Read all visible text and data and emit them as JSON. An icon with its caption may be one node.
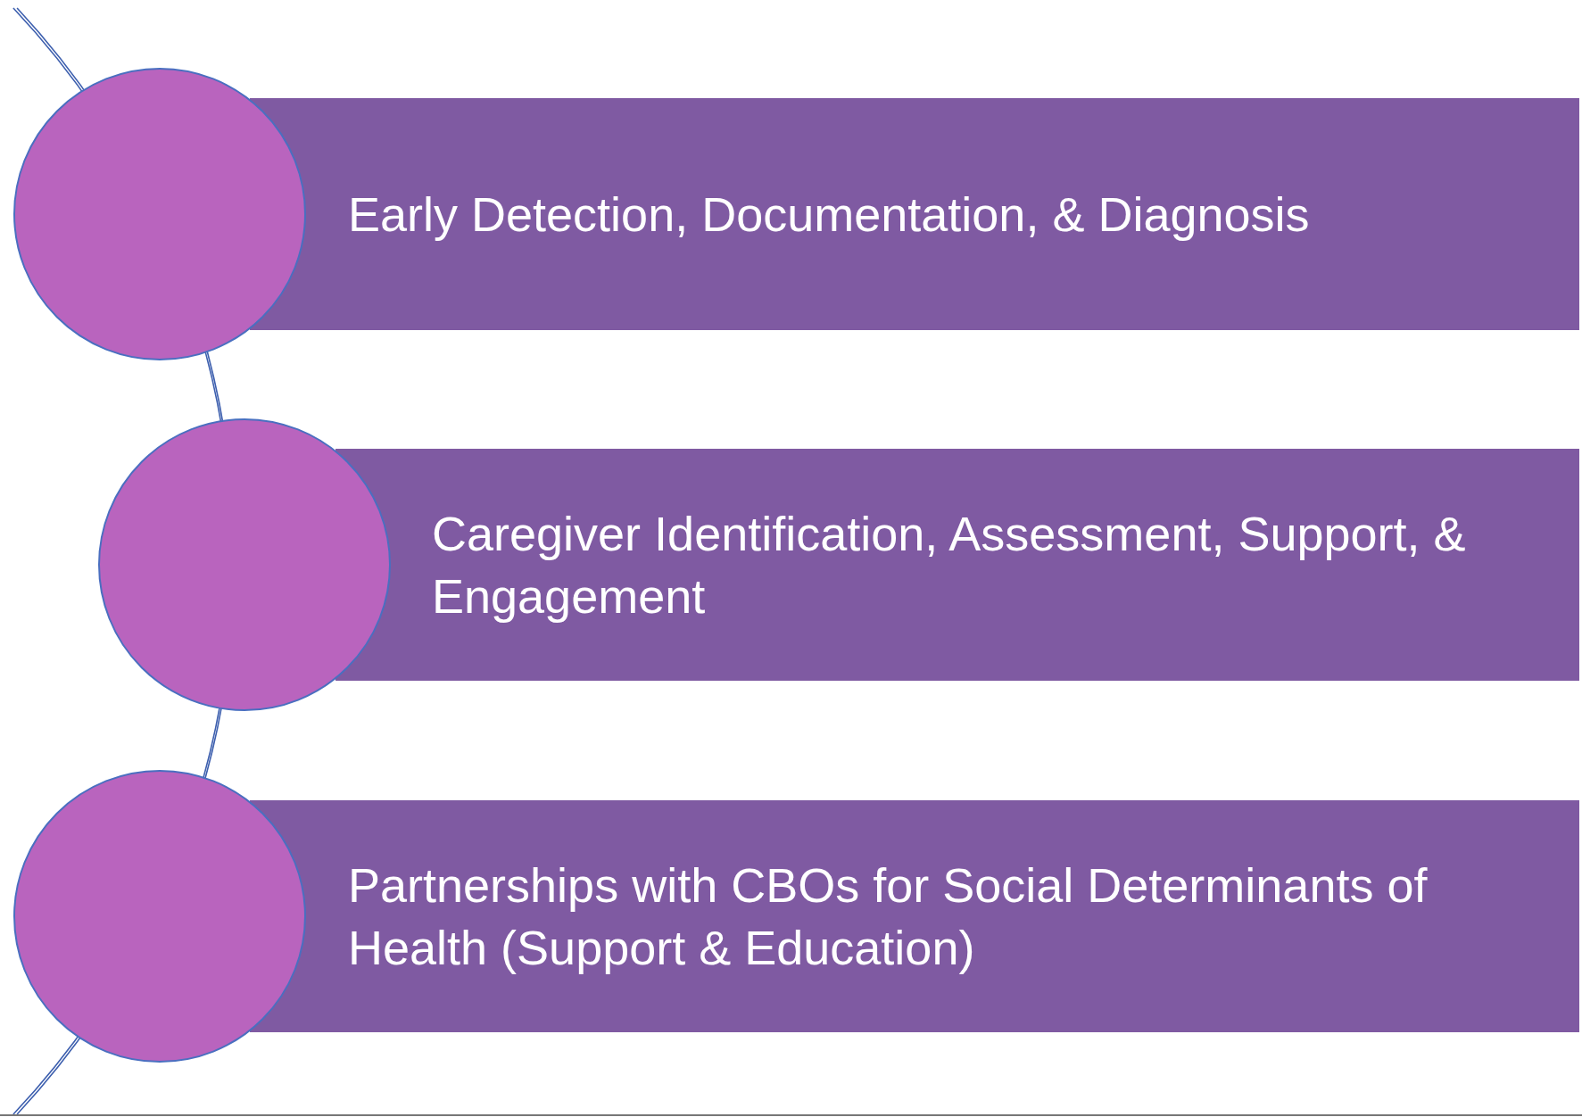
{
  "diagram": {
    "nodes": [
      {
        "text": [],
        "shape": "circle"
      },
      {
        "text": [
          "Early Detection, Documentation, & Diagnosis"
        ]
      },
      {
        "text": [],
        "shape": "circle"
      },
      {
        "text": [
          "Caregiver Identification, Assessment, Support, & Engagement"
        ]
      },
      {
        "text": [],
        "shape": "circle"
      },
      {
        "text": [
          "Partnerships with CBOs for Social Determinants of Health (Support & Education)"
        ]
      }
    ]
  }
}
